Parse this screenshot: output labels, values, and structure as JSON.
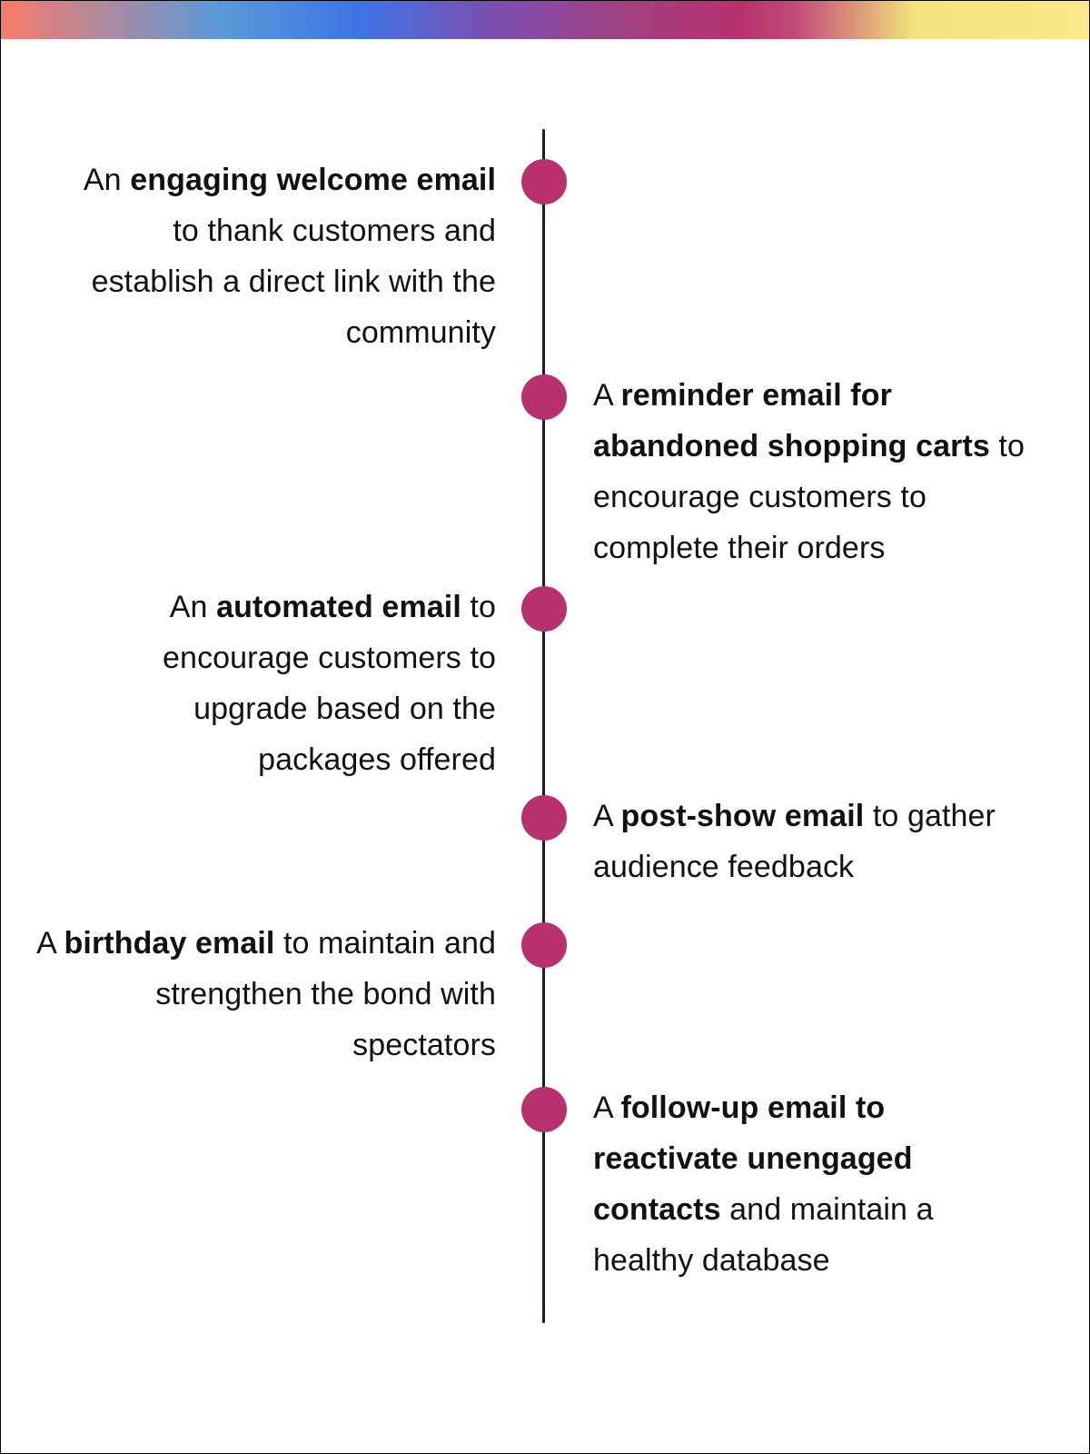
{
  "colors": {
    "accent_dot": "#b8306e",
    "timeline_line": "#1c1640",
    "text": "#111111"
  },
  "timeline": {
    "items": [
      {
        "side": "left",
        "prefix": "An ",
        "bold": "engaging welcome email",
        "suffix": " to thank customers and establish a direct link with the community"
      },
      {
        "side": "right",
        "prefix": "A ",
        "bold": "reminder email for abandoned shopping carts",
        "suffix": " to encourage customers to complete their orders"
      },
      {
        "side": "left",
        "prefix": "An ",
        "bold": "automated email",
        "suffix": " to encourage customers to upgrade based on the packages offered"
      },
      {
        "side": "right",
        "prefix": "A ",
        "bold": "post-show email",
        "suffix": " to gather audience feedback"
      },
      {
        "side": "left",
        "prefix": "A ",
        "bold": "birthday email",
        "suffix": " to maintain and strengthen the bond with spectators"
      },
      {
        "side": "right",
        "prefix": "A ",
        "bold": "follow-up email to reactivate unengaged contacts",
        "suffix": " and maintain a healthy database"
      }
    ]
  }
}
